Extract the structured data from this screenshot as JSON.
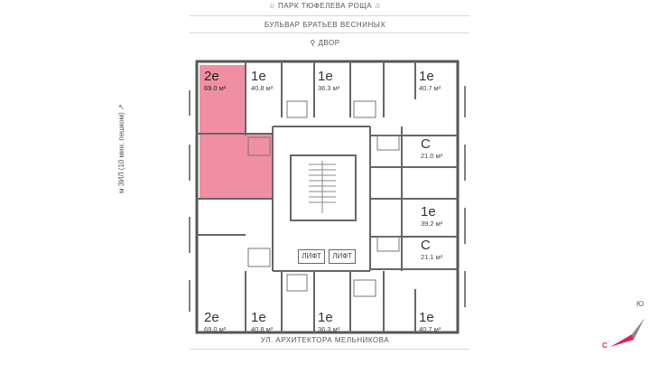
{
  "streets": {
    "park": "ПАРК ТЮФЕЛЕВА РОЩА",
    "boulevard": "БУЛЬВАР БРАТЬЕВ ВЕСНИНЫХ",
    "yard": "ДВОР",
    "bottom": "УЛ. АРХИТЕКТОРА МЕЛЬНИКОВА",
    "metro": "м ЗИЛ (10 мин. пешком)"
  },
  "apartments": [
    {
      "type": "2е",
      "area": "69.0 м²",
      "highlight": true
    },
    {
      "type": "1е",
      "area": "40.8 м²"
    },
    {
      "type": "1е",
      "area": "36.3 м²"
    },
    {
      "type": "1е",
      "area": "40.7 м²"
    },
    {
      "type": "С",
      "area": "21.0 м²"
    },
    {
      "type": "1е",
      "area": "39.2 м²"
    },
    {
      "type": "С",
      "area": "21.1 м²"
    },
    {
      "type": "2е",
      "area": "69.0 м²"
    },
    {
      "type": "1е",
      "area": "40.8 м²"
    },
    {
      "type": "1е",
      "area": "36.3 м²"
    },
    {
      "type": "1е",
      "area": "40.7 м²"
    }
  ],
  "lifts": [
    "ЛИФТ",
    "ЛИФТ"
  ],
  "compass": {
    "south": "С",
    "north": "Ю"
  },
  "colors": {
    "highlight": "#f08fa3",
    "walls": "#555555",
    "accent": "#e0245e"
  }
}
